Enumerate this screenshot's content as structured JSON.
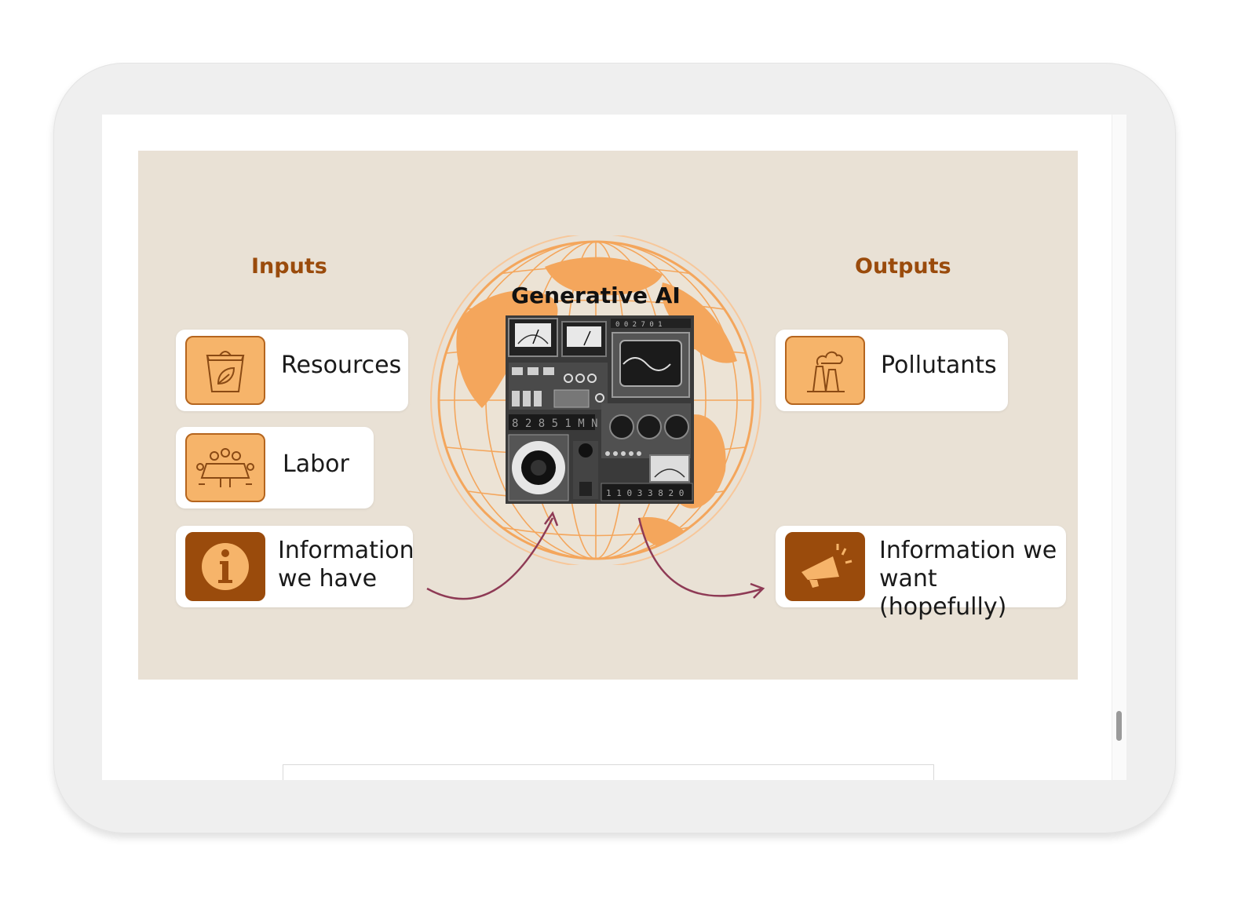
{
  "diagram": {
    "inputs_heading": "Inputs",
    "outputs_heading": "Outputs",
    "center_title": "Generative AI",
    "inputs": [
      {
        "label": "Resources",
        "icon": "bucket-leaf-icon"
      },
      {
        "label": "Labor",
        "icon": "meeting-table-icon"
      },
      {
        "label_line1": "Information",
        "label_line2": "we have",
        "icon": "info-icon"
      }
    ],
    "outputs": [
      {
        "label": "Pollutants",
        "icon": "factory-smoke-icon"
      },
      {
        "label_line1": "Information we",
        "label_line2": "want (hopefully)",
        "icon": "megaphone-icon"
      }
    ],
    "center_image": "retro-control-panel-on-globe",
    "colors": {
      "slide_bg": "#e9e1d5",
      "heading": "#9a4b0c",
      "icon_light": "#f6b46a",
      "icon_dark": "#9a4b0c",
      "arrow": "#8e3a55",
      "globe": "#f4a65c"
    }
  }
}
